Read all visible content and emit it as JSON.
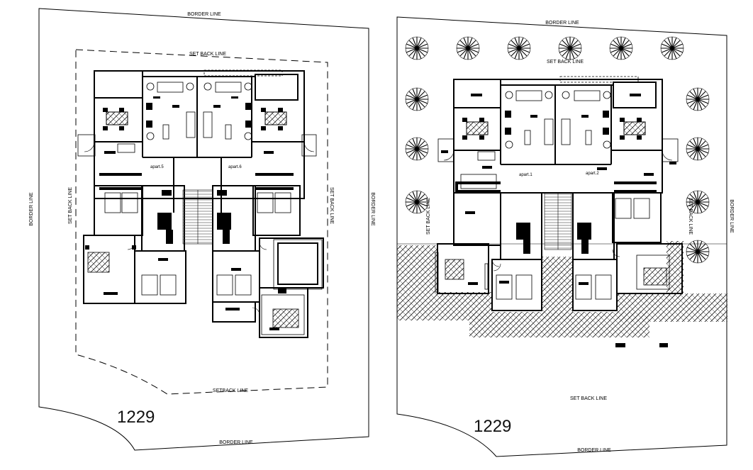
{
  "left_plan": {
    "border_top": "BORDER LINE",
    "border_bottom": "BORDER LINE",
    "border_left": "BORDER LINE",
    "border_right": "BORDER LINE",
    "setback_top": "SET BACK LINE",
    "setback_bottom": "SETBACK LINE",
    "setback_left": "SET BACK LINE",
    "setback_right": "SET BACK LINE",
    "apt_left": "apart.5",
    "apt_right": "apart.6",
    "plot_number": "1229"
  },
  "right_plan": {
    "border_top": "BORDER LINE",
    "border_bottom": "BORDER LINE",
    "border_right": "BORDER LINE",
    "setback_top": "SET BACK LINE",
    "setback_bottom": "SET BACK LINE",
    "setback_left": "SET BACK LINE",
    "setback_right": "SET BACK LINE",
    "apt_left": "apart.1",
    "apt_right": "apart.2",
    "plot_number": "1229"
  }
}
